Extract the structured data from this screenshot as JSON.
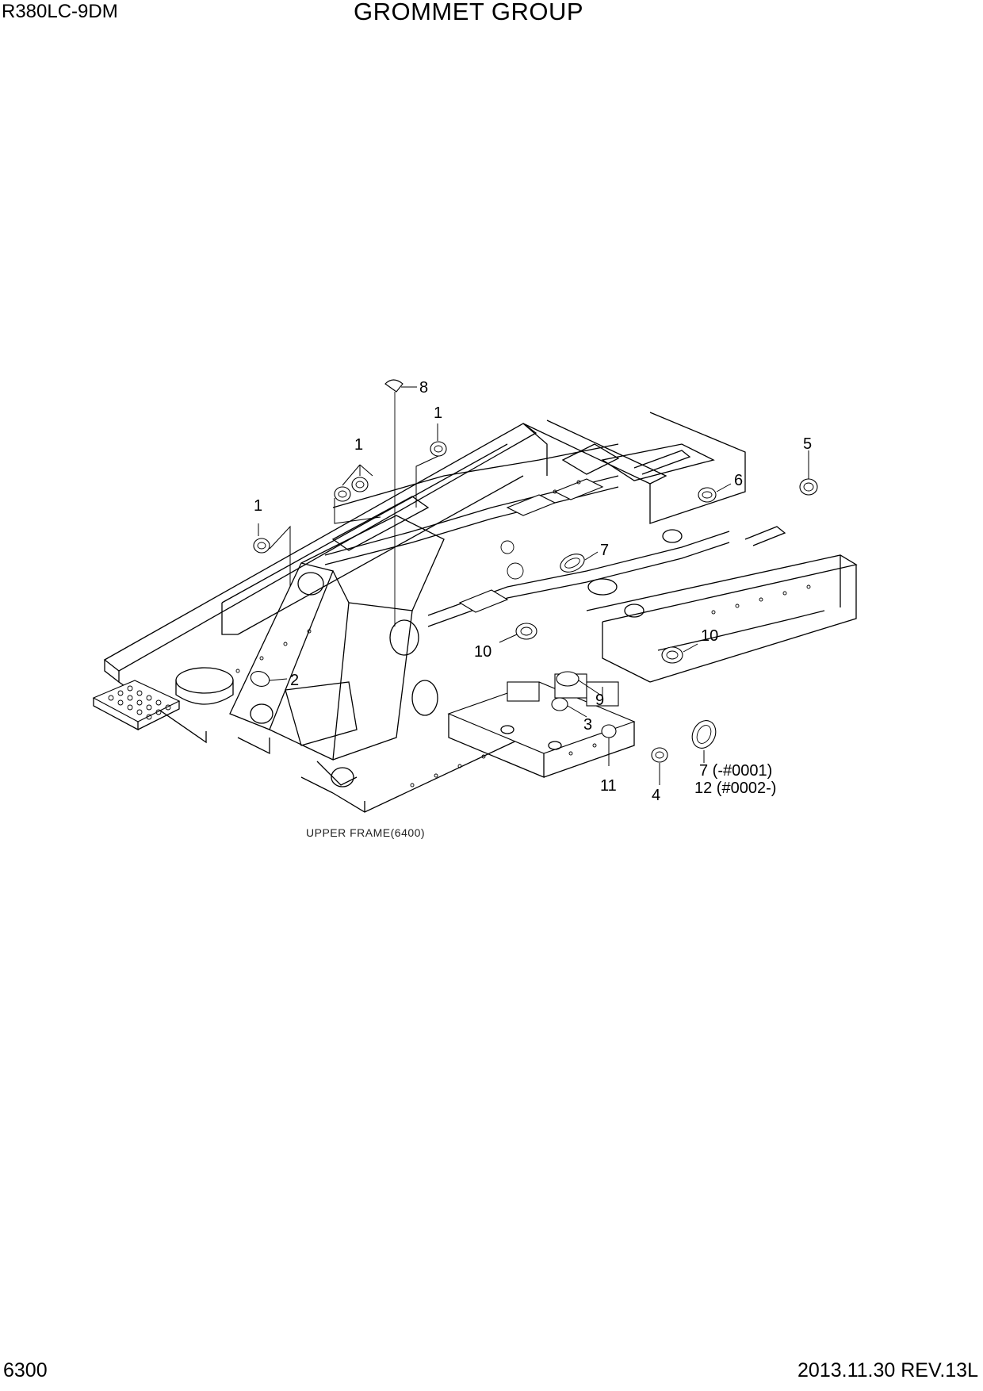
{
  "header": {
    "model": "R380LC-9DM",
    "title": "GROMMET GROUP"
  },
  "footer": {
    "page_number": "6300",
    "revision": "2013.11.30  REV.13L"
  },
  "diagram": {
    "caption": "UPPER FRAME(6400)",
    "callouts": {
      "c8": "8",
      "c1a": "1",
      "c1b": "1",
      "c1c": "1",
      "c5": "5",
      "c6": "6",
      "c7a": "7",
      "c10a": "10",
      "c10b": "10",
      "c2": "2",
      "c9": "9",
      "c3": "3",
      "c11": "11",
      "c4": "4",
      "c7b": "7 (-#0001)",
      "c12": "12 (#0002-)"
    }
  }
}
